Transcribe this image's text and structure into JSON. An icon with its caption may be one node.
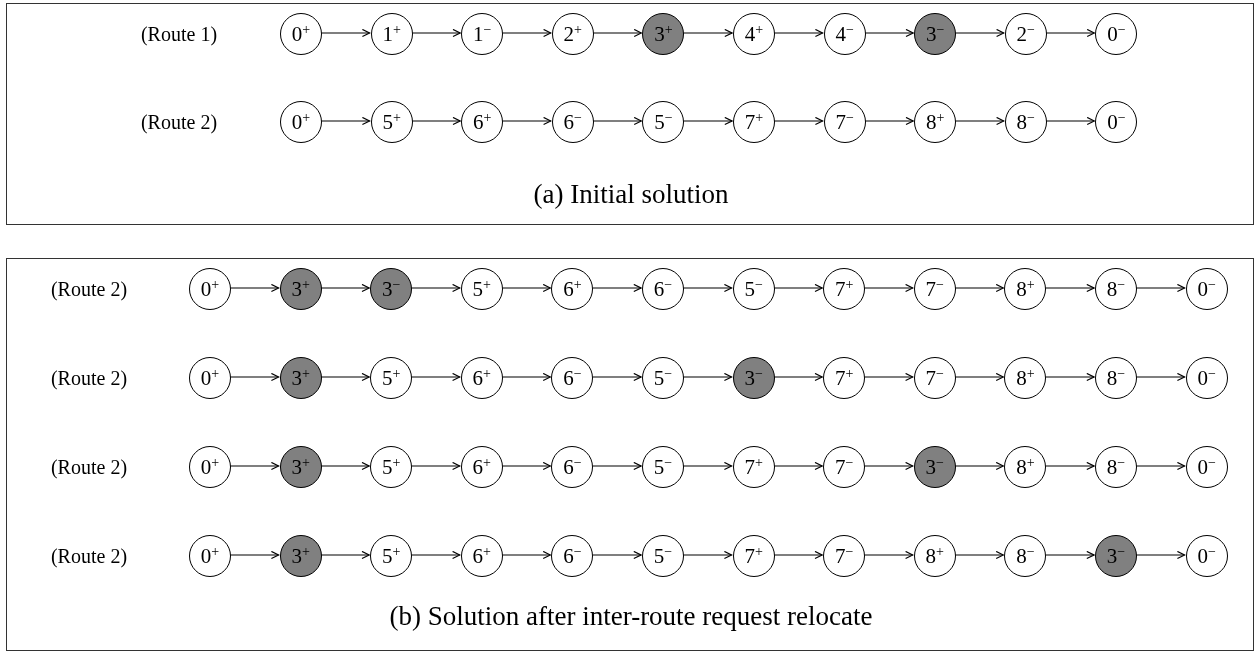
{
  "diagram": {
    "nodes": [
      {
        "text": [
          "(Route 1)",
          "(Route 2)",
          "(a) Initial solution"
        ]
      },
      {
        "text": [
          "0$^{+}$"
        ],
        "in": 0
      },
      {
        "text": [
          "1$^{+}$"
        ],
        "in": 0
      },
      {
        "text": [
          "1$^{−}$"
        ],
        "in": 0
      },
      {
        "text": [
          "2$^{+}$"
        ],
        "in": 0
      },
      {
        "text": [
          "3$^{+}$"
        ],
        "in": 0
      },
      {
        "text": [
          "4$^{+}$"
        ],
        "in": 0
      },
      {
        "text": [
          "4$^{−}$"
        ],
        "in": 0
      },
      {
        "text": [
          "3$^{−}$"
        ],
        "in": 0
      },
      {
        "text": [
          "2$^{−}$"
        ],
        "in": 0
      },
      {
        "text": [
          "0$^{−}$"
        ],
        "in": 0
      },
      {
        "text": [
          "0$^{+}$"
        ],
        "in": 0
      },
      {
        "text": [
          "5$^{+}$"
        ],
        "in": 0
      },
      {
        "text": [
          "6$^{+}$"
        ],
        "in": 0
      },
      {
        "text": [
          "6$^{−}$"
        ],
        "in": 0
      },
      {
        "text": [
          "5$^{−}$"
        ],
        "in": 0
      },
      {
        "text": [
          "7$^{+}$"
        ],
        "in": 0
      },
      {
        "text": [
          "7$^{−}$"
        ],
        "in": 0
      },
      {
        "text": [
          "8$^{+}$"
        ],
        "in": 0
      },
      {
        "text": [
          "8$^{−}$"
        ],
        "in": 0
      },
      {
        "text": [
          "0$^{−}$"
        ],
        "in": 0
      },
      {
        "text": [
          "(Route 2)",
          "(Route 2)",
          "(Route 2)",
          "(Route 2)",
          "(b) Solution after inter-route request relocate"
        ]
      },
      {
        "text": [
          "0$^{+}$"
        ],
        "in": 21
      },
      {
        "text": [
          "3$^{+}$"
        ],
        "in": 21
      },
      {
        "text": [
          "3$^{−}$"
        ],
        "in": 21
      },
      {
        "text": [
          "5$^{+}$"
        ],
        "in": 21
      },
      {
        "text": [
          "6$^{+}$"
        ],
        "in": 21
      },
      {
        "text": [
          "6$^{−}$"
        ],
        "in": 21
      },
      {
        "text": [
          "5$^{−}$"
        ],
        "in": 21
      },
      {
        "text": [
          "7$^{+}$"
        ],
        "in": 21
      },
      {
        "text": [
          "7$^{−}$"
        ],
        "in": 21
      },
      {
        "text": [
          "8$^{+}$"
        ],
        "in": 21
      },
      {
        "text": [
          "8$^{−}$"
        ],
        "in": 21
      },
      {
        "text": [
          "0$^{−}$"
        ],
        "in": 21
      },
      {
        "text": [
          "0$^{+}$"
        ],
        "in": 21
      },
      {
        "text": [
          "3$^{+}$"
        ],
        "in": 21
      },
      {
        "text": [
          "5$^{+}$"
        ],
        "in": 21
      },
      {
        "text": [
          "6$^{+}$"
        ],
        "in": 21
      },
      {
        "text": [
          "6$^{−}$"
        ],
        "in": 21
      },
      {
        "text": [
          "5$^{−}$"
        ],
        "in": 21
      },
      {
        "text": [
          "3$^{−}$"
        ],
        "in": 21
      },
      {
        "text": [
          "7$^{+}$"
        ],
        "in": 21
      },
      {
        "text": [
          "7$^{−}$"
        ],
        "in": 21
      },
      {
        "text": [
          "8$^{+}$"
        ],
        "in": 21
      },
      {
        "text": [
          "8$^{−}$"
        ],
        "in": 21
      },
      {
        "text": [
          "0$^{−}$"
        ],
        "in": 21
      },
      {
        "text": [
          "0$^{+}$"
        ],
        "in": 21
      },
      {
        "text": [
          "3$^{+}$"
        ],
        "in": 21
      },
      {
        "text": [
          "5$^{+}$"
        ],
        "in": 21
      },
      {
        "text": [
          "6$^{+}$"
        ],
        "in": 21
      },
      {
        "text": [
          "6$^{−}$"
        ],
        "in": 21
      },
      {
        "text": [
          "5$^{−}$"
        ],
        "in": 21
      },
      {
        "text": [
          "7$^{+}$"
        ],
        "in": 21
      },
      {
        "text": [
          "7$^{−}$"
        ],
        "in": 21
      },
      {
        "text": [
          "3$^{−}$"
        ],
        "in": 21
      },
      {
        "text": [
          "8$^{+}$"
        ],
        "in": 21
      },
      {
        "text": [
          "8$^{−}$"
        ],
        "in": 21
      },
      {
        "text": [
          "0$^{−}$"
        ],
        "in": 21
      },
      {
        "text": [
          "0$^{+}$"
        ],
        "in": 21
      },
      {
        "text": [
          "3$^{+}$"
        ],
        "in": 21
      },
      {
        "text": [
          "5$^{+}$"
        ],
        "in": 21
      },
      {
        "text": [
          "6$^{+}$"
        ],
        "in": 21
      },
      {
        "text": [
          "6$^{−}$"
        ],
        "in": 21
      },
      {
        "text": [
          "5$^{−}$"
        ],
        "in": 21
      },
      {
        "text": [
          "7$^{+}$"
        ],
        "in": 21
      },
      {
        "text": [
          "7$^{−}$"
        ],
        "in": 21
      },
      {
        "text": [
          "8$^{+}$"
        ],
        "in": 21
      },
      {
        "text": [
          "8$^{−}$"
        ],
        "in": 21
      },
      {
        "text": [
          "3$^{−}$"
        ],
        "in": 21
      },
      {
        "text": [
          "0$^{−}$"
        ],
        "in": 21
      }
    ],
    "edges": [
      {
        "from": 1,
        "to": 2,
        "arrow": "to"
      },
      {
        "from": 2,
        "to": 3,
        "arrow": "to"
      },
      {
        "from": 3,
        "to": 4,
        "arrow": "to"
      },
      {
        "from": 4,
        "to": 5,
        "arrow": "to"
      },
      {
        "from": 5,
        "to": 6,
        "arrow": "to"
      },
      {
        "from": 6,
        "to": 7,
        "arrow": "to"
      },
      {
        "from": 7,
        "to": 8,
        "arrow": "to"
      },
      {
        "from": 8,
        "to": 9,
        "arrow": "to"
      },
      {
        "from": 9,
        "to": 10,
        "arrow": "to"
      },
      {
        "from": 11,
        "to": 12,
        "arrow": "to"
      },
      {
        "from": 12,
        "to": 13,
        "arrow": "to"
      },
      {
        "from": 13,
        "to": 14,
        "arrow": "to"
      },
      {
        "from": 14,
        "to": 15,
        "arrow": "to"
      },
      {
        "from": 15,
        "to": 16,
        "arrow": "to"
      },
      {
        "from": 16,
        "to": 17,
        "arrow": "to"
      },
      {
        "from": 17,
        "to": 18,
        "arrow": "to"
      },
      {
        "from": 18,
        "to": 19,
        "arrow": "to"
      },
      {
        "from": 19,
        "to": 20,
        "arrow": "to"
      },
      {
        "from": 22,
        "to": 23,
        "arrow": "to"
      },
      {
        "from": 23,
        "to": 24,
        "arrow": "to"
      },
      {
        "from": 24,
        "to": 25,
        "arrow": "to"
      },
      {
        "from": 25,
        "to": 26,
        "arrow": "to"
      },
      {
        "from": 26,
        "to": 27,
        "arrow": "to"
      },
      {
        "from": 27,
        "to": 28,
        "arrow": "to"
      },
      {
        "from": 28,
        "to": 29,
        "arrow": "to"
      },
      {
        "from": 29,
        "to": 30,
        "arrow": "to"
      },
      {
        "from": 30,
        "to": 31,
        "arrow": "to"
      },
      {
        "from": 31,
        "to": 32,
        "arrow": "to"
      },
      {
        "from": 32,
        "to": 33,
        "arrow": "to"
      },
      {
        "from": 34,
        "to": 35,
        "arrow": "to"
      },
      {
        "from": 35,
        "to": 36,
        "arrow": "to"
      },
      {
        "from": 36,
        "to": 37,
        "arrow": "to"
      },
      {
        "from": 37,
        "to": 38,
        "arrow": "to"
      },
      {
        "from": 38,
        "to": 39,
        "arrow": "to"
      },
      {
        "from": 39,
        "to": 40,
        "arrow": "to"
      },
      {
        "from": 40,
        "to": 41,
        "arrow": "to"
      },
      {
        "from": 41,
        "to": 42,
        "arrow": "to"
      },
      {
        "from": 42,
        "to": 43,
        "arrow": "to"
      },
      {
        "from": 43,
        "to": 44,
        "arrow": "to"
      },
      {
        "from": 44,
        "to": 45,
        "arrow": "to"
      },
      {
        "from": 46,
        "to": 47,
        "arrow": "to"
      },
      {
        "from": 47,
        "to": 48,
        "arrow": "to"
      },
      {
        "from": 48,
        "to": 49,
        "arrow": "to"
      },
      {
        "from": 49,
        "to": 50,
        "arrow": "to"
      },
      {
        "from": 50,
        "to": 51,
        "arrow": "to"
      },
      {
        "from": 51,
        "to": 52,
        "arrow": "to"
      },
      {
        "from": 52,
        "to": 53,
        "arrow": "to"
      },
      {
        "from": 53,
        "to": 54,
        "arrow": "to"
      },
      {
        "from": 54,
        "to": 55,
        "arrow": "to"
      },
      {
        "from": 55,
        "to": 56,
        "arrow": "to"
      },
      {
        "from": 56,
        "to": 57,
        "arrow": "to"
      },
      {
        "from": 58,
        "to": 59,
        "arrow": "to"
      },
      {
        "from": 59,
        "to": 60,
        "arrow": "to"
      },
      {
        "from": 60,
        "to": 61,
        "arrow": "to"
      },
      {
        "from": 61,
        "to": 62,
        "arrow": "to"
      },
      {
        "from": 62,
        "to": 63,
        "arrow": "to"
      },
      {
        "from": 63,
        "to": 64,
        "arrow": "to"
      },
      {
        "from": 64,
        "to": 65,
        "arrow": "to"
      },
      {
        "from": 65,
        "to": 66,
        "arrow": "to"
      },
      {
        "from": 66,
        "to": 67,
        "arrow": "to"
      },
      {
        "from": 67,
        "to": 68,
        "arrow": "to"
      },
      {
        "from": 68,
        "to": 69,
        "arrow": "to"
      }
    ]
  }
}
